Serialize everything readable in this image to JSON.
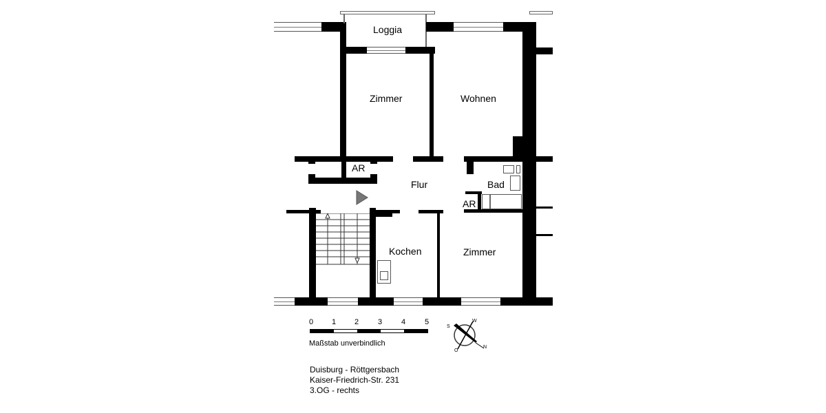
{
  "rooms": {
    "loggia": "Loggia",
    "zimmer_top": "Zimmer",
    "wohnen": "Wohnen",
    "ar_left": "AR",
    "flur": "Flur",
    "bad": "Bad",
    "ar_right": "AR",
    "kochen": "Kochen",
    "zimmer_bottom": "Zimmer"
  },
  "scale": {
    "ticks": [
      "0",
      "1",
      "2",
      "3",
      "4",
      "5"
    ],
    "caption": "Maßstab unverbindlich"
  },
  "compass": {
    "letters": {
      "s": "S",
      "w": "W",
      "o": "O",
      "n": "N"
    }
  },
  "address": {
    "line1": "Duisburg - Röttgersbach",
    "line2": "Kaiser-Friedrich-Str. 231",
    "line3": "3.OG - rechts"
  },
  "colors": {
    "wall": "#000000",
    "entry_arrow": "#777777",
    "background": "#ffffff"
  }
}
